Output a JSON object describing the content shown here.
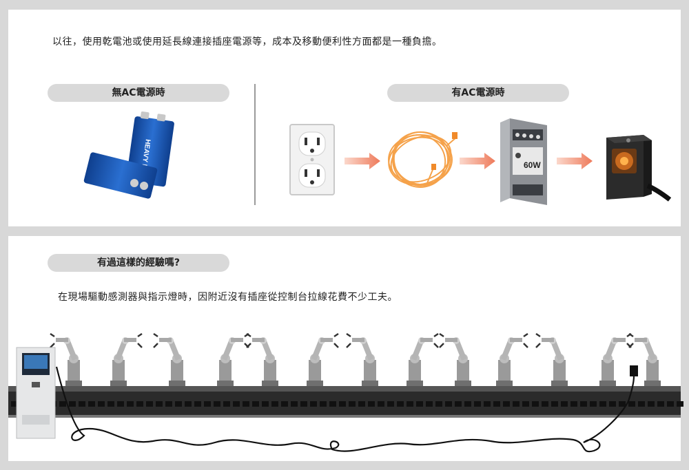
{
  "top_section": {
    "intro_text": "以往，使用乾電池或使用延長線連接插座電源等，成本及移動便利性方面都是一種負擔。",
    "no_ac_label": "無AC電源時",
    "ac_label": "有AC電源時",
    "battery_brand": "HEAVY DUTY",
    "power_supply_wattage": "60W"
  },
  "bottom_section": {
    "experience_label": "有過這樣的經驗嗎?",
    "scene_text": "在現場驅動感測器與指示燈時，因附近沒有插座從控制台拉線花費不少工夫。"
  },
  "colors": {
    "pill_bg": "#d9d9d9",
    "arrow": "#ee7a5a",
    "cable": "#f5a24a",
    "battery_blue": "#1a55b0",
    "divider": "#9a9a9a"
  }
}
